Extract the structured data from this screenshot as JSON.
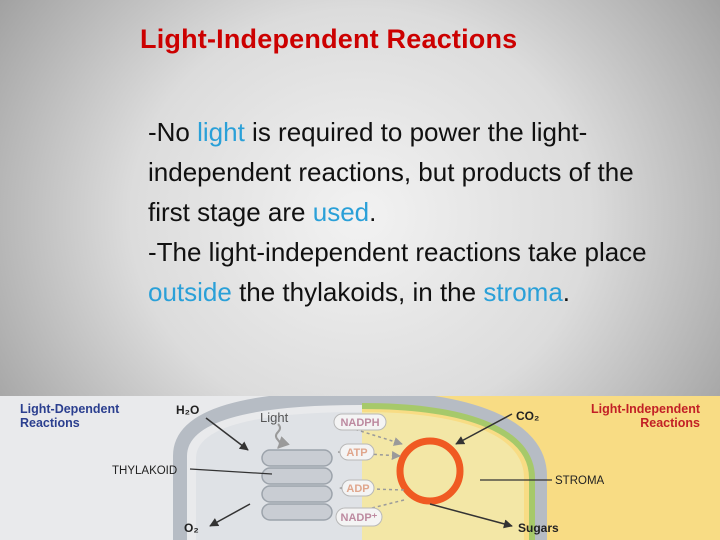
{
  "slide": {
    "title": "Light-Independent Reactions",
    "paragraph1": {
      "part1": "-No ",
      "hl1": "light",
      "part2": " is required to power the light-independent reactions, but products of the first stage are ",
      "hl2": "used",
      "part3": "."
    },
    "paragraph2": {
      "part1": "-The light-independent reactions take place ",
      "hl1": "outside",
      "part2": " the thylakoids, in the ",
      "hl2": "stroma",
      "part3": "."
    }
  },
  "figure": {
    "left_heading_line1": "Light-Dependent",
    "left_heading_line2": "Reactions",
    "right_heading_line1": "Light-Independent",
    "right_heading_line2": "Reactions",
    "h2o": "H₂O",
    "o2": "O₂",
    "co2": "CO₂",
    "light": "Light",
    "thylakoid": "THYLAKOID",
    "stroma": "STROMA",
    "sugars": "Sugars",
    "nadph": "NADPH",
    "atp": "ATP",
    "adp": "ADP",
    "nadp": "NADP⁺"
  },
  "colors": {
    "title": "#cc0000",
    "highlight": "#2aa0d8",
    "left_panel": "#e9eaec",
    "right_panel": "#f8dc84",
    "heading_blue": "#2b3f8f",
    "heading_red": "#c22026",
    "cycle_orange": "#f05a22"
  }
}
